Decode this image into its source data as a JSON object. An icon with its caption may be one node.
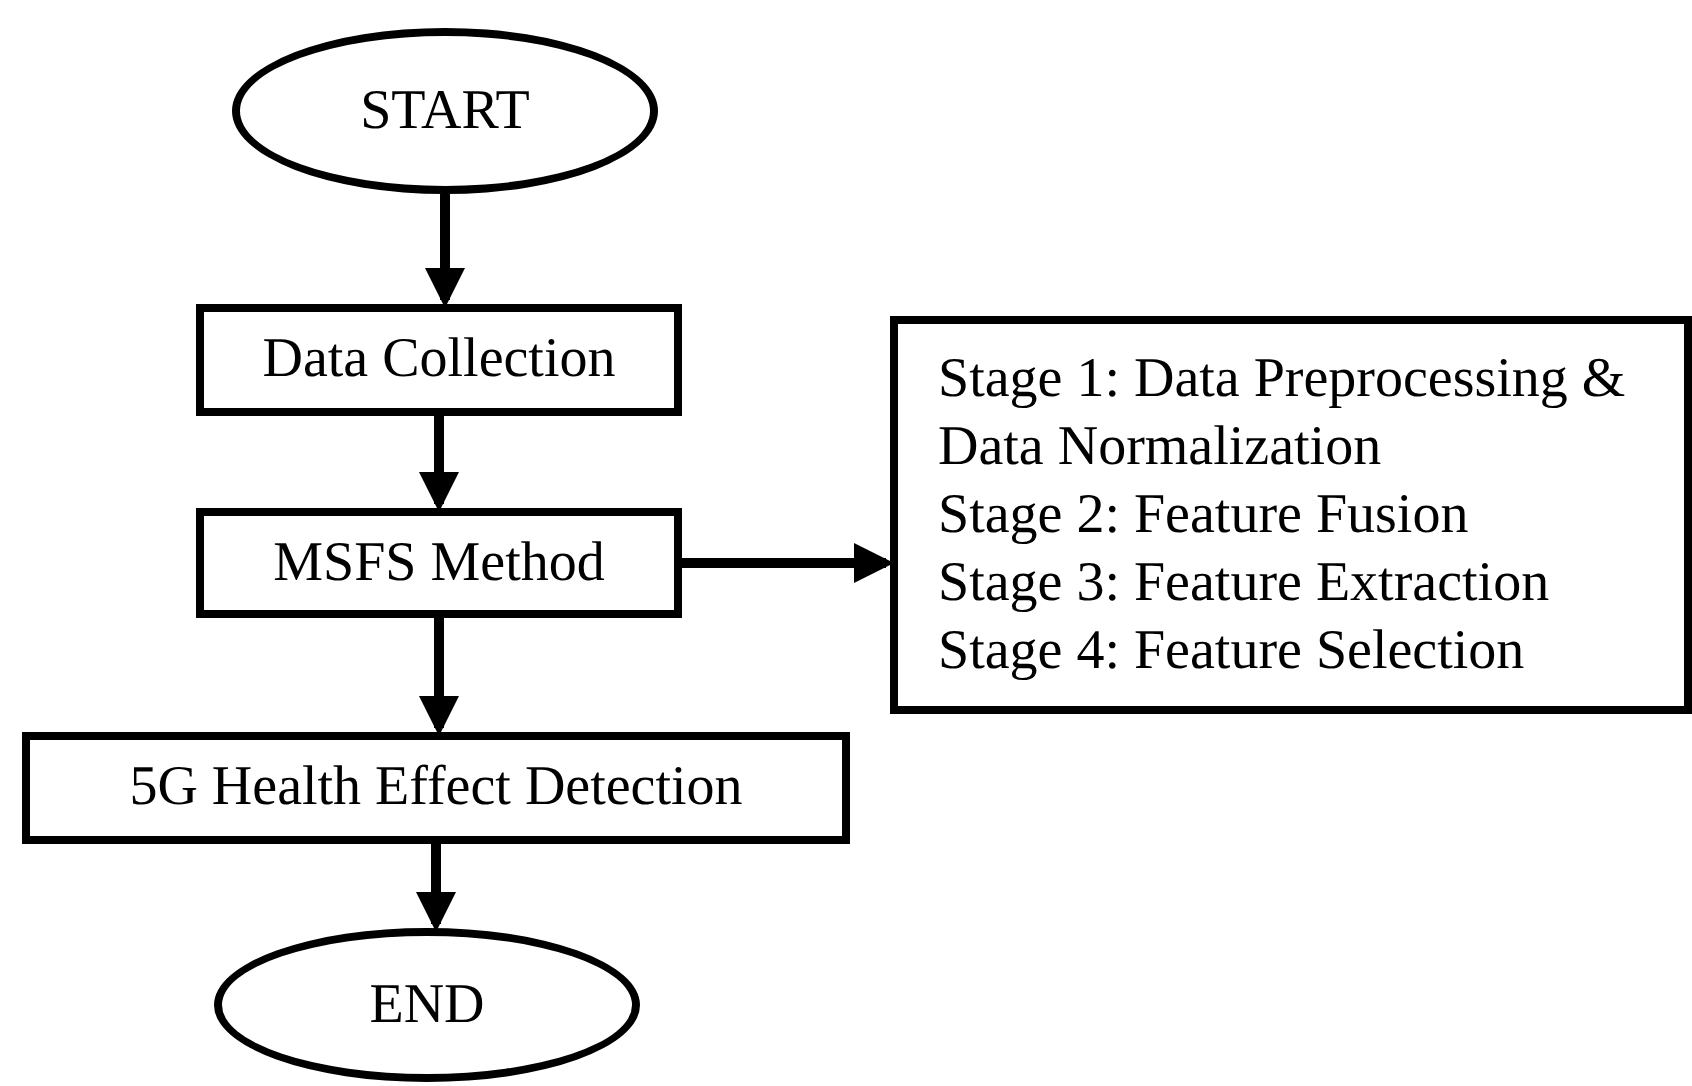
{
  "diagram": {
    "nodes": [
      {
        "text": [
          "START"
        ]
      },
      {
        "text": [
          "Data Collection"
        ]
      },
      {
        "text": [
          "MSFS Method"
        ]
      },
      {
        "text": [
          "Stage 1: Data Preprocessing & Data Normalization",
          "Stage 2: Feature Fusion",
          "Stage 3: Feature Extraction",
          "Stage 4: Feature Selection"
        ]
      },
      {
        "text": [
          "5G Health Effect Detection"
        ]
      },
      {
        "text": [
          "END"
        ]
      }
    ],
    "edges": [
      {
        "from": 0,
        "to": 1,
        "arrow": "to"
      },
      {
        "from": 1,
        "to": 2,
        "arrow": "to"
      },
      {
        "from": 2,
        "to": 3,
        "arrow": "to"
      },
      {
        "from": 2,
        "to": 4,
        "arrow": "to"
      },
      {
        "from": 4,
        "to": 5,
        "arrow": "to"
      }
    ]
  }
}
